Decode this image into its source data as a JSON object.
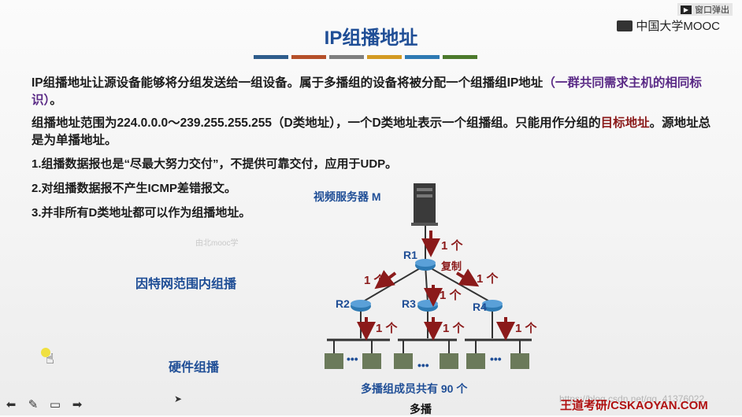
{
  "popout": {
    "label": "窗口弹出"
  },
  "brand_top": "中国大学MOOC",
  "title": "IP组播地址",
  "colors": [
    "#2f5d8c",
    "#b5502a",
    "#7f7f7f",
    "#d39a22",
    "#2e7ab3",
    "#4c7a2c"
  ],
  "p1": {
    "a": "IP组播地址让源设备能够将分组发送给一组设备。属于多播组的设备将被分配一个",
    "b": "组播组IP地址",
    "c": "（一群共同需求主机的相同标识）",
    "d": "。"
  },
  "p2": {
    "a": "组播地址范围为224.0.0.0～239.255.255.255（D类地址），一个D类地址表示一个组播组。只能用作分组的",
    "b": "目标地址",
    "c": "。源地址总是为",
    "d": "单播地址",
    "e": "。"
  },
  "items": [
    "1.组播数据报也是“尽最大努力交付”，不提供可靠交付，应用于UDP。",
    "2.对组播数据报不产生ICMP差错报文。",
    "3.并非所有D类地址都可以作为组播地址。"
  ],
  "side": {
    "internet": "因特网范围内组播",
    "hardware": "硬件组播"
  },
  "diagram": {
    "server": "视频服务器 M",
    "routers": [
      "R1",
      "R2",
      "R3",
      "R4"
    ],
    "copy": "复制",
    "one": "1 个",
    "dots": "•••",
    "members": "多播组成员共有 90 个",
    "caption": "多播"
  },
  "faint_text": "由北mooc学",
  "brand_bottom": "王道考研/CSKAOYAN.COM",
  "watermark": "https://blog.csdn.net/qq_41376022",
  "toolbar": [
    "back-arrow-icon",
    "pen-icon",
    "screen-icon",
    "forward-arrow-icon"
  ]
}
